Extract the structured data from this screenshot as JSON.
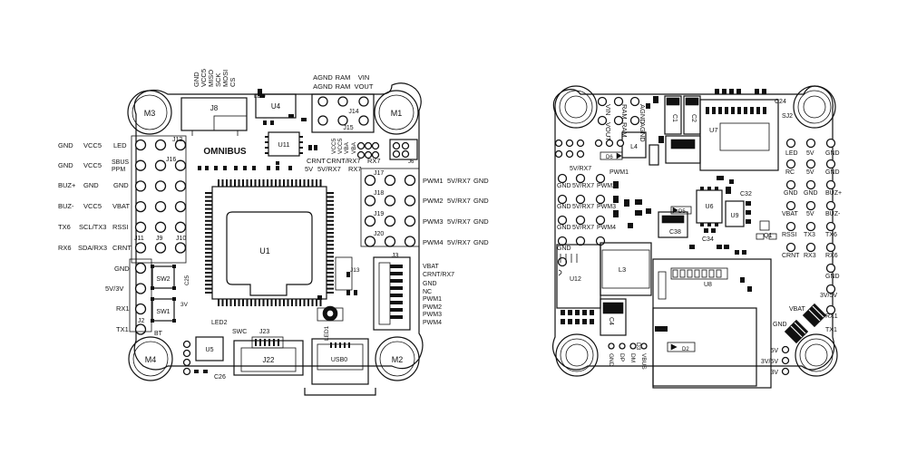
{
  "left_board": {
    "brand": "OMNIBUS",
    "mounts": [
      "M3",
      "M1",
      "M4",
      "M2"
    ],
    "chips": {
      "u1": "U1",
      "u11": "U11",
      "u4": "U4",
      "u5": "U5",
      "j22": "J22",
      "j8": "J8"
    },
    "top_pins": [
      "GND",
      "VCC5",
      "MISO",
      "SCK",
      "MOSI",
      "CS"
    ],
    "top_right_cols": [
      [
        "AGND",
        "AGND"
      ],
      [
        "RAM",
        "RAM"
      ],
      [
        "VIN",
        "VOUT"
      ]
    ],
    "connectors": {
      "j14": "J14",
      "j15": "J15",
      "j12": "J12",
      "j16": "J16",
      "j11": "J11",
      "j9": "J9",
      "j10": "J10",
      "j17": "J17",
      "j18": "J18",
      "j19": "J19",
      "j20": "J20",
      "j3": "J3",
      "j2": "J2",
      "j23": "J23",
      "sw1": "SW1",
      "sw2": "SW2",
      "c26": "C26",
      "led2": "LED2",
      "swc": "SWC",
      "bt": "BT",
      "usb0": "USB0",
      "led1": "LED1",
      "j6": "J6",
      "led": "LED",
      "v3": "3V",
      "c25": "C25",
      "j13": "J13"
    },
    "uart_row": [
      "CRNT",
      "CRNT/RX7",
      "RX7"
    ],
    "uart_row2": [
      "5V",
      "5V/RX7",
      "RX7"
    ],
    "vbat_label": [
      "VBA",
      "VBA",
      "VCC5",
      "VCC5"
    ],
    "left_rows": [
      [
        "GND",
        "VCC5",
        "LED"
      ],
      [
        "GND",
        "VCC5",
        "SBUS PPM"
      ],
      [
        "BUZ+",
        "GND",
        "GND"
      ],
      [
        "BUZ-",
        "VCC5",
        "VBAT"
      ],
      [
        "TX6",
        "SCL/TX3",
        "RSSI"
      ],
      [
        "RX6",
        "SDA/RX3",
        "CRNT"
      ]
    ],
    "left_single": [
      "GND",
      "5V/3V",
      "RX1",
      "TX1"
    ],
    "pwm_rows": [
      [
        "PWM1",
        "5V/RX7",
        "GND"
      ],
      [
        "PWM2",
        "5V/RX7",
        "GND"
      ],
      [
        "PWM3",
        "5V/RX7",
        "GND"
      ],
      [
        "PWM4",
        "5V/RX7",
        "GND"
      ]
    ],
    "j3_pins": [
      "VBAT",
      "CRNT/RX7",
      "GND",
      "NC",
      "PWM1",
      "PWM2",
      "PWM3",
      "PWM4"
    ]
  },
  "right_board": {
    "top_labels": [
      "VIN",
      "VOUT",
      "RAM",
      "RAM",
      "AGND",
      "AGND"
    ],
    "parts": {
      "u7": "U7",
      "u6": "U6",
      "u9": "U9",
      "u8": "U8",
      "u12": "U12",
      "l3": "L3",
      "l4": "L4",
      "c24": "C24",
      "c32": "C32",
      "c34": "C34",
      "c38": "C38",
      "c4": "C4",
      "q1": "Q1",
      "d5": "D5",
      "d2": "D2",
      "d3": "D3",
      "d6": "D6",
      "sj2": "SJ2",
      "c1": "C1",
      "c2": "C2"
    },
    "left_stack": [
      "5V/RX7",
      "5V/RX7",
      "5V/RX7",
      "5V/RX7"
    ],
    "left_col": [
      "GND",
      "GND",
      "GND",
      "GND"
    ],
    "pwm_labels": [
      "PWM1",
      "PWM2",
      "PWM3",
      "PWM4"
    ],
    "rcol1": [
      "LED",
      "RC",
      "GND",
      "VBAT",
      "RSSI",
      "CRNT"
    ],
    "rcol2": [
      "5V",
      "5V",
      "GND",
      "5V",
      "TX3",
      "RX3"
    ],
    "rcol3": [
      "GND",
      "GND",
      "BUZ+",
      "BUZ-",
      "TX6",
      "RX6",
      "GND",
      "3V/5V",
      "RX1",
      "TX1"
    ],
    "vbat": "VBAT",
    "gnd": "GND",
    "bottom_power": [
      "5V",
      "3V/5V",
      "3V"
    ],
    "bottom_small": [
      "GND",
      "DP",
      "DM",
      "VBUS"
    ]
  }
}
